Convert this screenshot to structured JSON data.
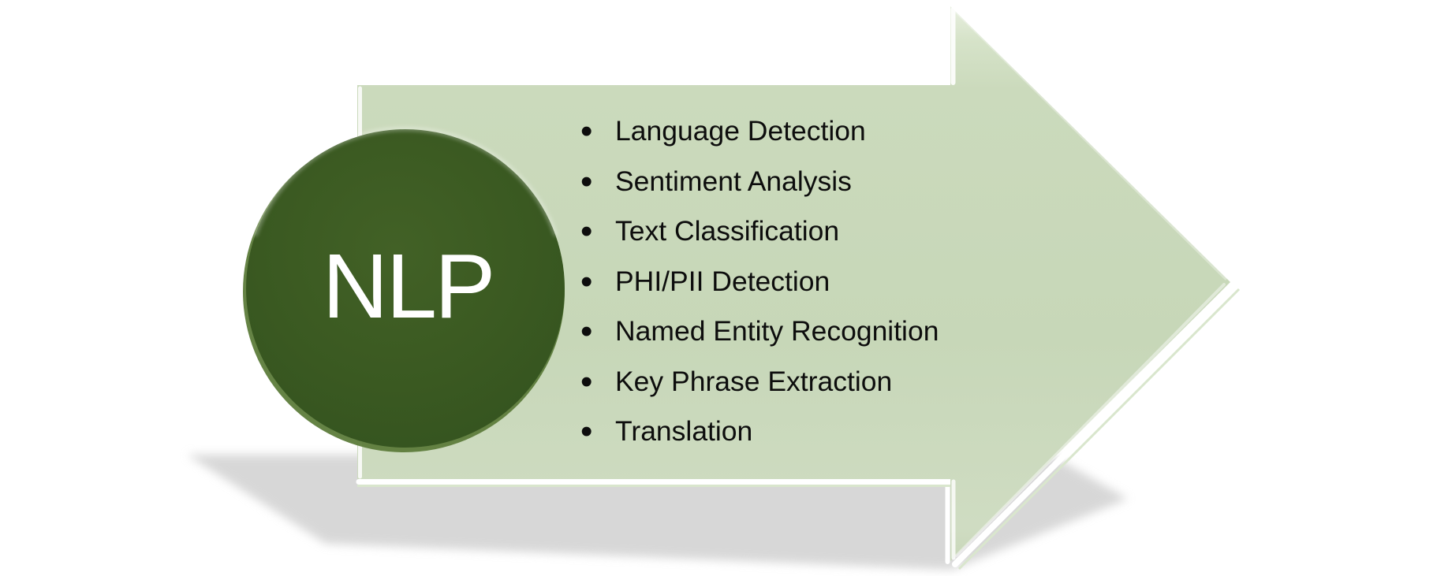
{
  "diagram": {
    "badge": {
      "label": "NLP"
    },
    "arrow": {
      "bullet_glyph": "•",
      "items": [
        {
          "label": "Language Detection"
        },
        {
          "label": "Sentiment Analysis"
        },
        {
          "label": "Text Classification"
        },
        {
          "label": "PHI/PII Detection"
        },
        {
          "label": "Named Entity Recognition"
        },
        {
          "label": "Key Phrase Extraction"
        },
        {
          "label": "Translation"
        }
      ]
    },
    "colors": {
      "arrow_fill_top": "#e8efe0",
      "arrow_fill_upper": "#cbdabc",
      "arrow_fill": "#c7d7b8",
      "arrow_fill_lower": "#cfdcc2",
      "arrow_fill_bottom": "#c8d7b9",
      "arrow_rim": "#d9e6cd",
      "bevel_highlight": "#ffffff",
      "circle_center": "#426126",
      "circle_fill": "#3a5921",
      "circle_edge": "#2d4917",
      "circle_rim": "#5d7c3b",
      "shadow": "#d4d4d4",
      "list_text": "#0d0d0d",
      "badge_text": "#ffffff"
    }
  }
}
